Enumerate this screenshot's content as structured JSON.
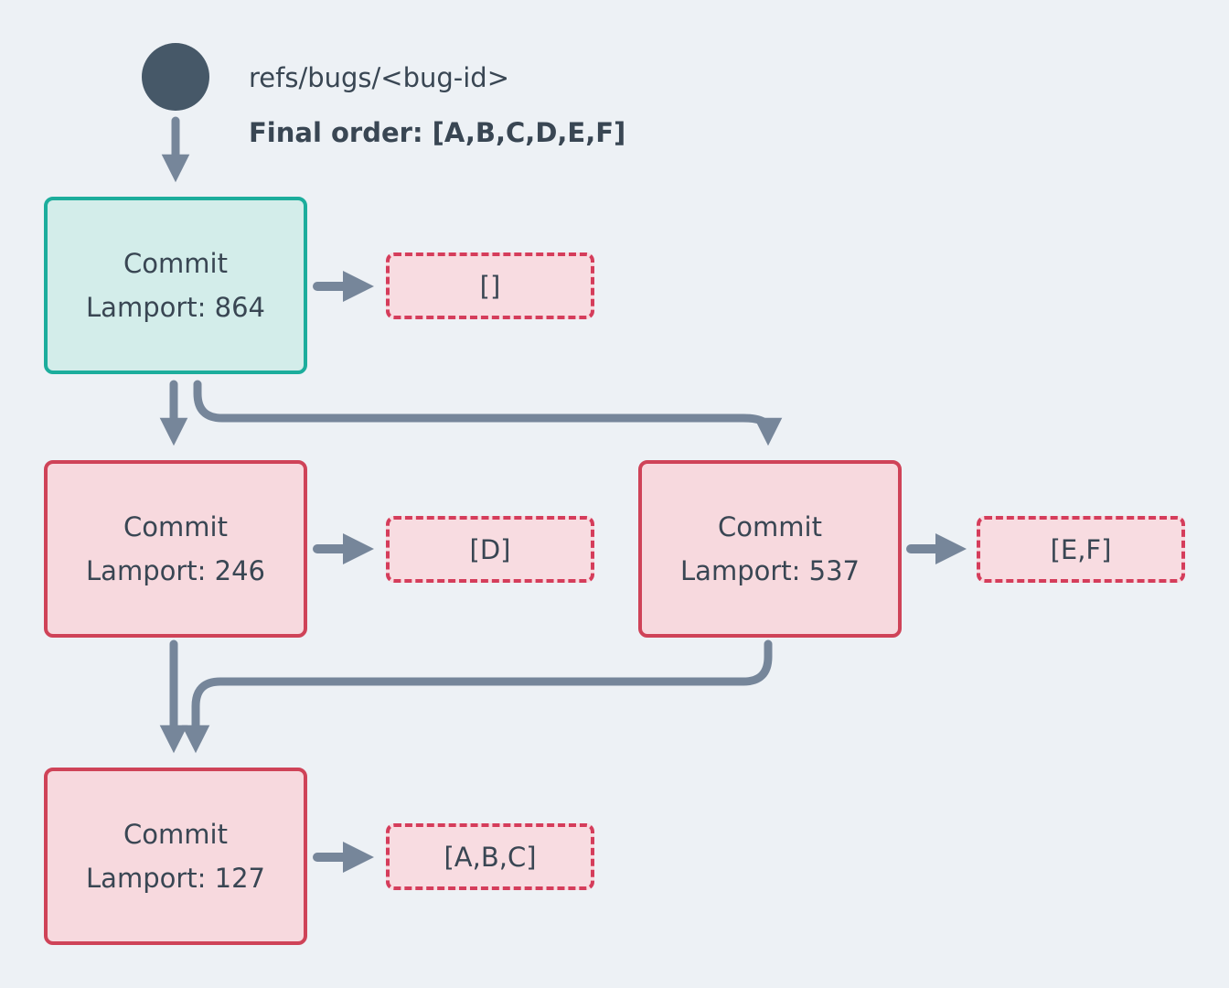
{
  "colors": {
    "background": "#edf1f5",
    "node-dark": "#465868",
    "text": "#394653",
    "arrow": "#76869a",
    "teal-border": "#1cad9c",
    "teal-fill": "#d3edea",
    "red-border": "#cf4358",
    "red-fill": "#f7d9de",
    "dash-border": "#d53d5b",
    "dash-fill": "#f8dce1"
  },
  "header": {
    "ref": "refs/bugs/<bug-id>",
    "final_order": "Final order: [A,B,C,D,E,F]"
  },
  "nodes": [
    {
      "title": "Commit",
      "lamport": "Lamport: 864",
      "variant": "head",
      "payload": "[]"
    },
    {
      "title": "Commit",
      "lamport": "Lamport: 246",
      "variant": "red",
      "payload": "[D]"
    },
    {
      "title": "Commit",
      "lamport": "Lamport: 537",
      "variant": "red",
      "payload": "[E,F]"
    },
    {
      "title": "Commit",
      "lamport": "Lamport: 127",
      "variant": "red",
      "payload": "[A,B,C]"
    }
  ]
}
